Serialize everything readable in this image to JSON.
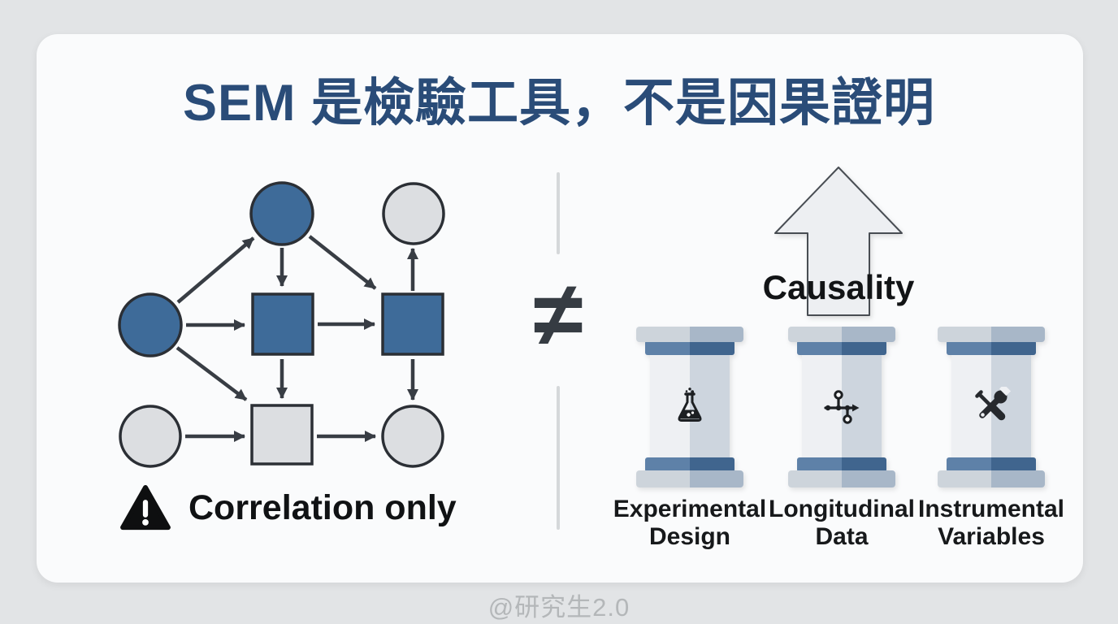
{
  "title": "SEM 是檢驗工具，不是因果證明",
  "left_panel": {
    "warning_label": "Correlation only",
    "diagram_description": "SEM path diagram with latent circles and observed squares connected by arrows"
  },
  "comparison": {
    "not_equal_symbol": "≠"
  },
  "right_panel": {
    "causality_label": "Causality",
    "pillars": [
      {
        "icon": "flask-icon",
        "label_line1": "Experimental",
        "label_line2": "Design"
      },
      {
        "icon": "timeline-icon",
        "label_line1": "Longitudinal",
        "label_line2": "Data"
      },
      {
        "icon": "tools-icon",
        "label_line1": "Instrumental",
        "label_line2": "Variables"
      }
    ]
  },
  "watermark": "@研究生2.0",
  "colors": {
    "title_blue": "#2a4c78",
    "node_blue": "#3e6b99",
    "node_gray": "#dcdee1",
    "node_border": "#2b2f35",
    "arrow_dark": "#383d44",
    "pillar_band_blue": "#4a6f99",
    "card_bg": "#fafbfc",
    "page_bg": "#e2e4e6",
    "text_black": "#17191b",
    "watermark_gray": "#b4b7b9"
  }
}
